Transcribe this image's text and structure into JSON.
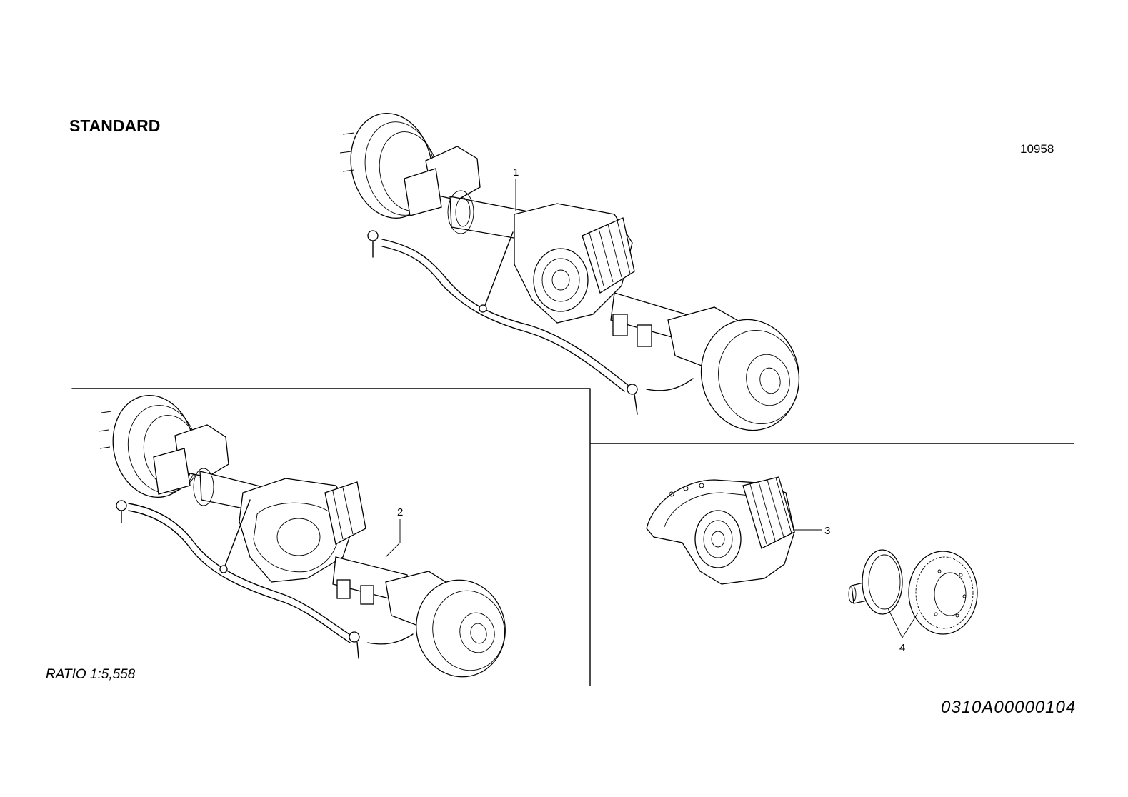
{
  "header": {
    "title": "STANDARD",
    "code": "10958"
  },
  "footer": {
    "ratio": "RATIO 1:5,558",
    "code": "0310A00000104"
  },
  "callouts": {
    "c1": "1",
    "c2": "2",
    "c3": "3",
    "c4": "4"
  }
}
